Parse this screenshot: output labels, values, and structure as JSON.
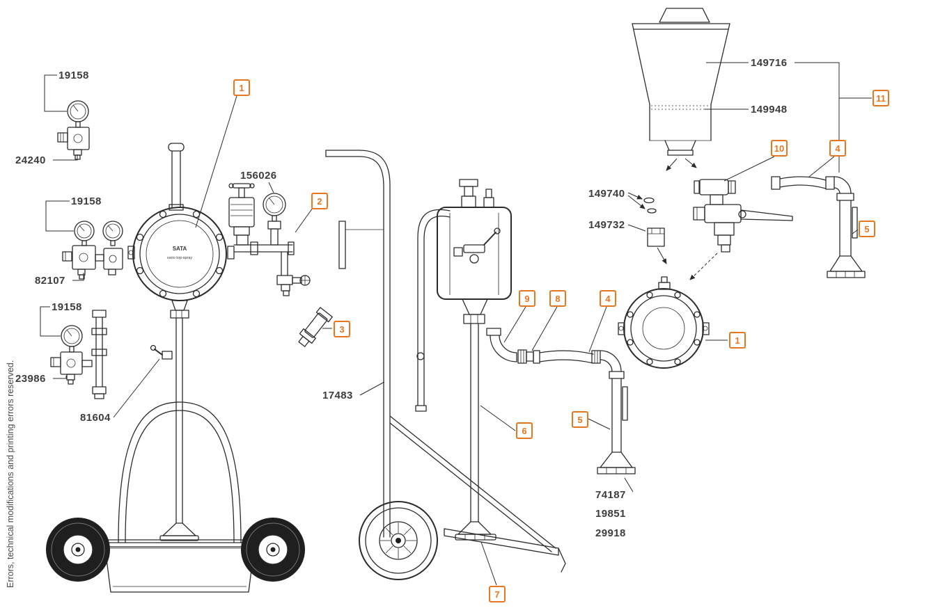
{
  "meta": {
    "background": "#ffffff",
    "accent": "#E8761F",
    "line_color": "#2b2b2b",
    "footnote": "Errors, technical modifications and printing errors reserved."
  },
  "drawing": {
    "pump_face": {
      "line1": "SATA",
      "line2": "vario top-spray"
    }
  },
  "part_labels": [
    {
      "id": "gauge-top",
      "text": "19158"
    },
    {
      "id": "regulator-top",
      "text": "24240"
    },
    {
      "id": "gauge-mid",
      "text": "19158"
    },
    {
      "id": "regulator-mid",
      "text": "82107"
    },
    {
      "id": "gauge-low",
      "text": "19158"
    },
    {
      "id": "regulator-low",
      "text": "23986"
    },
    {
      "id": "drain-valve",
      "text": "81604"
    },
    {
      "id": "pressure-regulator",
      "text": "156026"
    },
    {
      "id": "hand-truck",
      "text": "17483"
    },
    {
      "id": "hopper",
      "text": "149716"
    },
    {
      "id": "hopper-sieve",
      "text": "149948"
    },
    {
      "id": "seal-set",
      "text": "149740"
    },
    {
      "id": "adapter",
      "text": "149732"
    },
    {
      "id": "suction-foot-a",
      "text": "74187"
    },
    {
      "id": "suction-foot-b",
      "text": "19851"
    },
    {
      "id": "suction-foot-c",
      "text": "29918"
    }
  ],
  "callouts": [
    {
      "num": "1"
    },
    {
      "num": "2"
    },
    {
      "num": "3"
    },
    {
      "num": "9"
    },
    {
      "num": "8"
    },
    {
      "num": "4"
    },
    {
      "num": "5"
    },
    {
      "num": "6"
    },
    {
      "num": "7"
    },
    {
      "num": "10"
    },
    {
      "num": "4"
    },
    {
      "num": "11"
    },
    {
      "num": "5"
    },
    {
      "num": "1"
    }
  ]
}
